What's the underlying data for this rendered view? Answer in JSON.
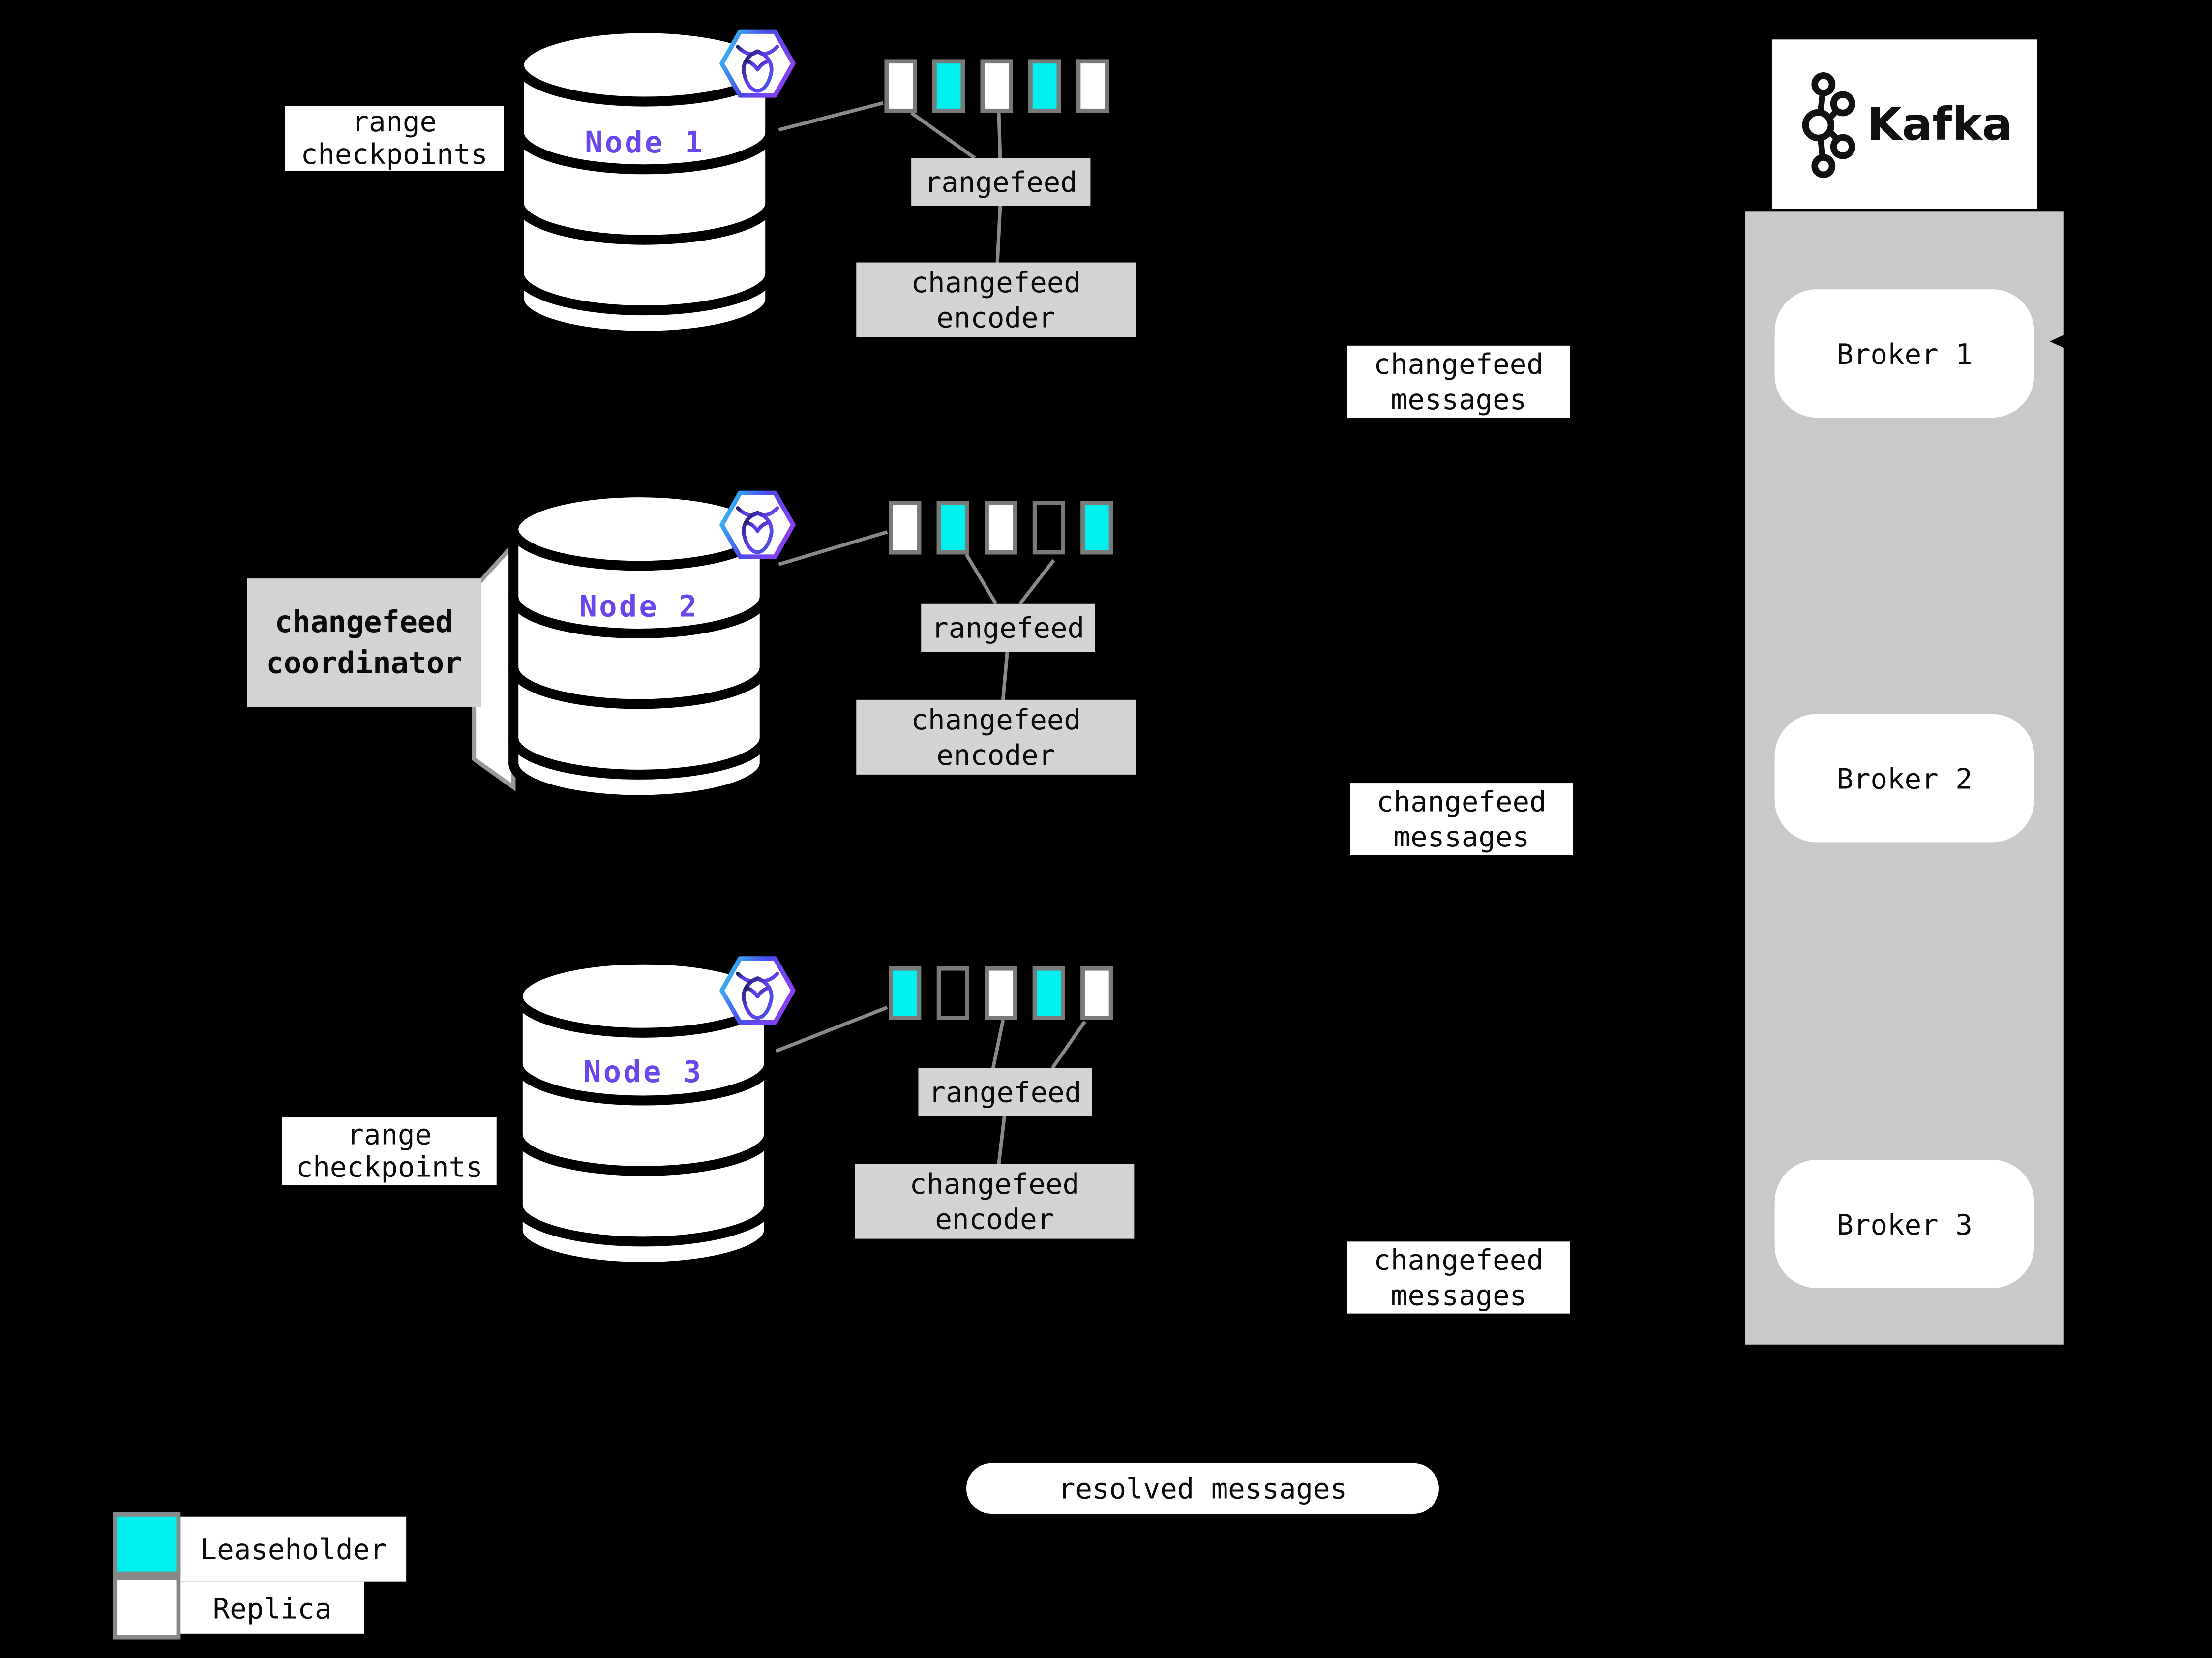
{
  "colors": {
    "leaseholder": "#00efef",
    "replica": "#ffffff",
    "empty": "transparent",
    "accent_node_label": "#6b46ed",
    "box_gray": "#d3d3d3",
    "panel_gray": "#c9c9c9",
    "line_gray": "#8a8a8a",
    "background": "#000000"
  },
  "icons": {
    "node_badge": "cockroachdb-hexagon-icon",
    "kafka_logo": "kafka-logo-icon",
    "broker_arrow": "arrow-left-icon"
  },
  "nodes": [
    {
      "label": "Node 1",
      "ranges": [
        "replica",
        "leaseholder",
        "replica",
        "leaseholder",
        "replica"
      ]
    },
    {
      "label": "Node 2",
      "ranges": [
        "replica",
        "leaseholder",
        "replica",
        "empty",
        "leaseholder"
      ]
    },
    {
      "label": "Node 3",
      "ranges": [
        "leaseholder",
        "empty",
        "replica",
        "leaseholder",
        "replica"
      ]
    }
  ],
  "boxes": {
    "rangefeed": "rangefeed",
    "encoder_line1": "changefeed",
    "encoder_line2": "encoder",
    "messages_line1": "changefeed",
    "messages_line2": "messages",
    "checkpoints_line1": "range",
    "checkpoints_line2": "checkpoints",
    "coordinator_line1": "changefeed",
    "coordinator_line2": "coordinator"
  },
  "kafka": {
    "brand": "Kafka",
    "brokers": [
      "Broker 1",
      "Broker 2",
      "Broker 3"
    ]
  },
  "resolved_pill": "resolved messages",
  "legend": [
    {
      "type": "leaseholder",
      "label": "Leaseholder"
    },
    {
      "type": "replica",
      "label": "Replica"
    }
  ]
}
